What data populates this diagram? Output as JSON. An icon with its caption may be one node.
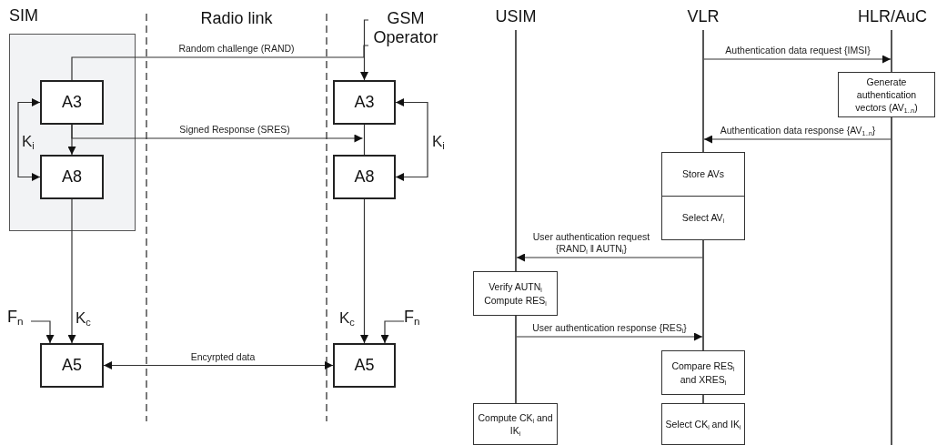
{
  "diagram": {
    "nodes": [
      {
        "text": [
          "SIM"
        ]
      },
      {
        "text": [
          "A3"
        ],
        "in": 0
      },
      {
        "text": [
          "A8"
        ],
        "in": 0
      },
      {
        "text": [
          "A5"
        ]
      },
      {
        "text": [
          "GSM Operator"
        ]
      },
      {
        "text": [
          "A3"
        ]
      },
      {
        "text": [
          "A8"
        ]
      },
      {
        "text": [
          "A5"
        ]
      },
      {
        "text": [
          "F$_{n}$"
        ]
      },
      {
        "text": [
          "F$_{n}$"
        ]
      },
      {
        "text": [],
        "shape": "bar",
        "beside": [
          "USIM"
        ]
      },
      {
        "text": [],
        "shape": "bar",
        "beside": [
          "VLR"
        ]
      },
      {
        "text": [],
        "shape": "bar",
        "beside": [
          "HLR/AuC"
        ]
      },
      {
        "text": [
          "Generate authentication vectors (AV$_{1..n}$)"
        ]
      },
      {
        "text": [
          "Store AVs"
        ]
      },
      {
        "text": [
          "Select AV$_{i}$"
        ]
      },
      {
        "text": [
          "Verify AUTN$_{i}$ Compute RES$_{i}$"
        ]
      },
      {
        "text": [
          "Compare RES$_{i}$ and XRES$_{i}$"
        ]
      },
      {
        "text": [
          "Compute CK$_{i}$ and IK$_{i}$"
        ]
      },
      {
        "text": [
          "Select CK$_{i}$ and IK$_{i}$"
        ]
      },
      {
        "text": [],
        "shape": "bar"
      },
      {
        "text": [],
        "shape": "bar"
      },
      {
        "text": [],
        "shape": "bar"
      },
      {
        "text": [],
        "shape": "bar"
      }
    ],
    "edges": [
      {
        "from": 4,
        "to": 5,
        "arrow": "to"
      },
      {
        "from": 4,
        "to": 1,
        "arrow": "none",
        "label": "Random challenge (RAND)"
      },
      {
        "from": 1,
        "to": 2,
        "arrow": "to"
      },
      {
        "from": 1,
        "to": 2,
        "arrow": "both",
        "label": "K$_{i}$"
      },
      {
        "from": 1,
        "to": 5,
        "arrow": "to",
        "label": "Signed Response (SRES)"
      },
      {
        "from": 5,
        "to": 6,
        "arrow": "both",
        "label": "K$_{i}$"
      },
      {
        "from": 5,
        "to": 6,
        "arrow": "none"
      },
      {
        "from": 2,
        "to": 3,
        "arrow": "to",
        "label": "K$_{c}$"
      },
      {
        "from": 6,
        "to": 7,
        "arrow": "to",
        "label": "K$_{c}$"
      },
      {
        "from": 8,
        "to": 3,
        "arrow": "to"
      },
      {
        "from": 9,
        "to": 7,
        "arrow": "to"
      },
      {
        "from": 3,
        "to": 7,
        "arrow": "both",
        "label": "Encyrpted data"
      },
      {
        "from": 11,
        "to": 12,
        "arrow": "to",
        "label": "Authentication data request {IMSI}"
      },
      {
        "from": 23,
        "to": 11,
        "arrow": "to",
        "label": "Authentication data response {AV$_{1..n}$}"
      },
      {
        "from": 21,
        "to": 10,
        "arrow": "to",
        "label": "User authentication request {RAND$_{i}$ ‖ AUTN$_{i}$}"
      },
      {
        "from": 20,
        "to": 21,
        "arrow": "to",
        "label": "User authentication response {RES$_{i}$}"
      }
    ],
    "labels": [
      "Radio link"
    ]
  }
}
